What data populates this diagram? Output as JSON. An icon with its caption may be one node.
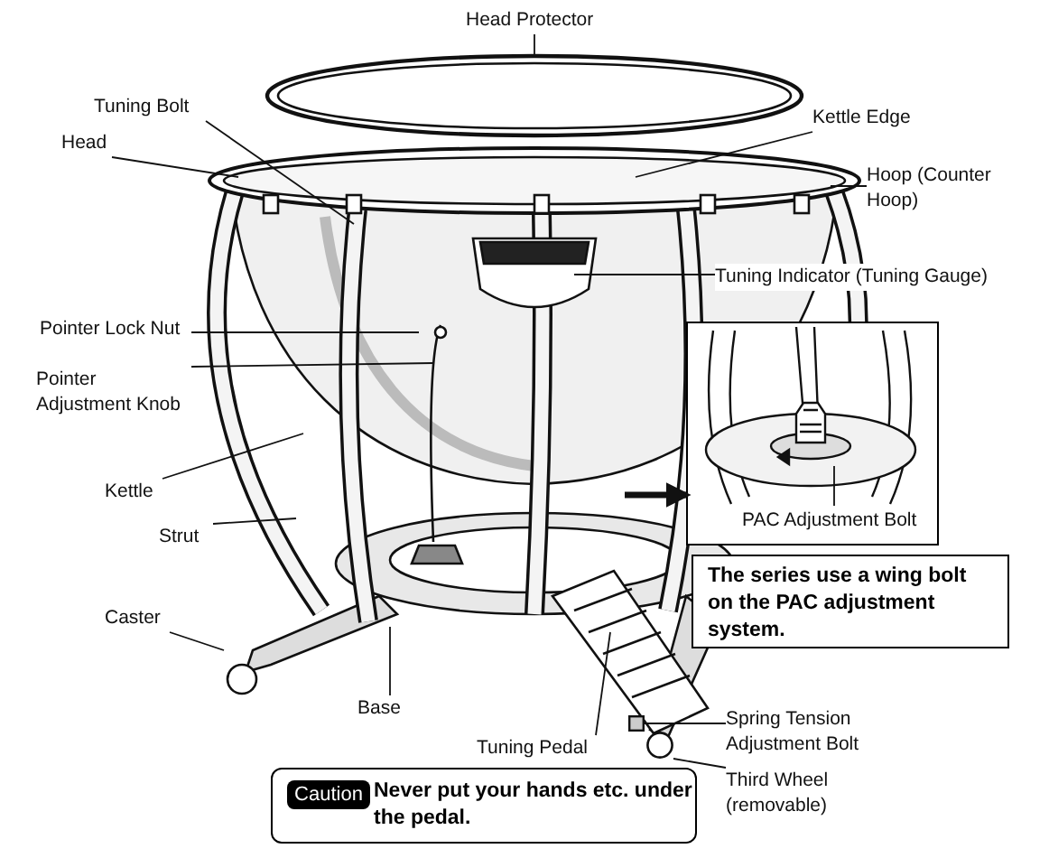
{
  "diagram": {
    "nodes": [
      {
        "text": [
          "Head Protector"
        ]
      },
      {
        "text": [
          "Tuning Bolt"
        ]
      },
      {
        "text": [
          "Head"
        ]
      },
      {
        "text": [
          "Kettle Edge"
        ]
      },
      {
        "text": [
          "Hoop (Counter Hoop)"
        ]
      },
      {
        "text": [
          "Tuning Indicator (Tuning Gauge)"
        ]
      },
      {
        "text": [
          "Pointer Lock Nut"
        ]
      },
      {
        "text": [
          "Pointer Adjustment Knob"
        ]
      },
      {
        "text": [
          "Kettle"
        ]
      },
      {
        "text": [
          "Strut"
        ]
      },
      {
        "text": [
          "Caster"
        ]
      },
      {
        "text": [
          "Base"
        ]
      },
      {
        "text": [
          "Tuning Pedal"
        ]
      },
      {
        "text": [
          "Spring Tension Adjustment Bolt"
        ]
      },
      {
        "text": [
          "Third Wheel (removable)"
        ]
      },
      {
        "text": [],
        "shape": "picture"
      },
      {
        "text": [
          "PAC Adjustment Bolt"
        ],
        "in": 15
      },
      {
        "text": [
          "The series use a wing bolt on the PAC adjustment system."
        ]
      },
      {
        "text": [
          "Never put your hands etc. under the pedal."
        ]
      },
      {
        "text": [
          "Caution"
        ],
        "in": 18
      },
      {
        "text": [],
        "shape": "box"
      },
      {
        "text": [],
        "shape": "circle"
      }
    ],
    "edges": [
      {
        "from": 0,
        "to": null,
        "arrow": "none"
      },
      {
        "from": 1,
        "to": null,
        "arrow": "none"
      },
      {
        "from": 2,
        "to": null,
        "arrow": "none"
      },
      {
        "from": 3,
        "to": null,
        "arrow": "none"
      },
      {
        "from": 4,
        "to": null,
        "arrow": "none"
      },
      {
        "from": 5,
        "to": null,
        "arrow": "none"
      },
      {
        "from": 6,
        "to": null,
        "arrow": "none"
      },
      {
        "from": 7,
        "to": null,
        "arrow": "none"
      },
      {
        "from": 8,
        "to": null,
        "arrow": "none"
      },
      {
        "from": 9,
        "to": null,
        "arrow": "none"
      },
      {
        "from": 10,
        "to": null,
        "arrow": "none"
      },
      {
        "from": 11,
        "to": null,
        "arrow": "none"
      },
      {
        "from": 12,
        "to": null,
        "arrow": "none"
      },
      {
        "from": 13,
        "to": 20,
        "arrow": "none"
      },
      {
        "from": 14,
        "to": 21,
        "arrow": "none"
      },
      {
        "from": 16,
        "to": null,
        "arrow": "none"
      },
      {
        "from": null,
        "to": 15,
        "arrow": "to",
        "style": "thick"
      }
    ]
  }
}
